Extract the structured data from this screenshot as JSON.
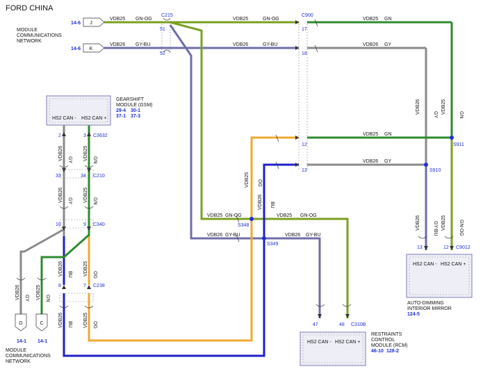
{
  "title": "FORD CHINA",
  "colors": {
    "gn": "#2e8b2e",
    "gy": "#8a8a8a",
    "gy_bu": "#6e6ea8",
    "og": "#f0a830",
    "bu": "#1f1fc8",
    "gn_og": "#7aa020",
    "connector_blue": "#1f2fd6",
    "module_border": "#9090c0",
    "module_fill": "#eeeef6"
  },
  "module_network_top": {
    "label_lines": [
      "MODULE",
      "COMMUNICATIONS",
      "NETWORK"
    ],
    "pages": [
      "14-6",
      "14-6"
    ],
    "connectors": [
      "J",
      "K"
    ]
  },
  "module_network_bottom": {
    "label_lines": [
      "MODULE",
      "COMMUNICATIONS",
      "NETWORK"
    ],
    "pages": [
      "14-1",
      "14-1"
    ],
    "connectors": [
      "D",
      "C"
    ]
  },
  "gsm": {
    "label_lines": [
      "GEARSHIFT",
      "MODULE (GSM)"
    ],
    "refs": [
      "29-4",
      "30-1",
      "37-1",
      "37-3"
    ],
    "pins": [
      "HS2 CAN -",
      "HS2 CAN +"
    ]
  },
  "rcm": {
    "label_lines": [
      "RESTRAINTS",
      "CONTROL",
      "MODULE (RCM)"
    ],
    "refs": [
      "46-10",
      "128-2"
    ],
    "pins": [
      "HS2 CAN -",
      "HS2 CAN +"
    ]
  },
  "mirror": {
    "label_lines": [
      "AUTO-DIMMING",
      "INTERIOR MIRROR"
    ],
    "refs": [
      "124-5"
    ],
    "pins": [
      "HS2 CAN -",
      "HS2 CAN +"
    ]
  },
  "connectors": {
    "c215": "C215",
    "c900": "C900",
    "c3632": "C3632",
    "c210": "C210",
    "c340": "C340",
    "c238": "C238",
    "c310b": "C310B",
    "c9012": "C9012"
  },
  "splices": {
    "s911": "S911",
    "s910": "S910",
    "s348": "S348",
    "s349": "S349"
  },
  "pins": {
    "p51": "51",
    "p52": "52",
    "p17": "17",
    "p18": "18",
    "p12": "12",
    "p13": "13",
    "p2": "2",
    "p3": "3",
    "p33": "33",
    "p34": "34",
    "p10": "10",
    "p9": "9",
    "p8": "8",
    "p7": "7",
    "p47": "47",
    "p48": "48",
    "m13": "13",
    "m12": "12"
  },
  "wires": {
    "circuit": "VDB25",
    "circuit2": "VDB26",
    "gn_og": "GN-OG",
    "gy_bu": "GY-BU",
    "gn": "GN",
    "gy": "GY",
    "og": "OG",
    "bu": "BU"
  }
}
